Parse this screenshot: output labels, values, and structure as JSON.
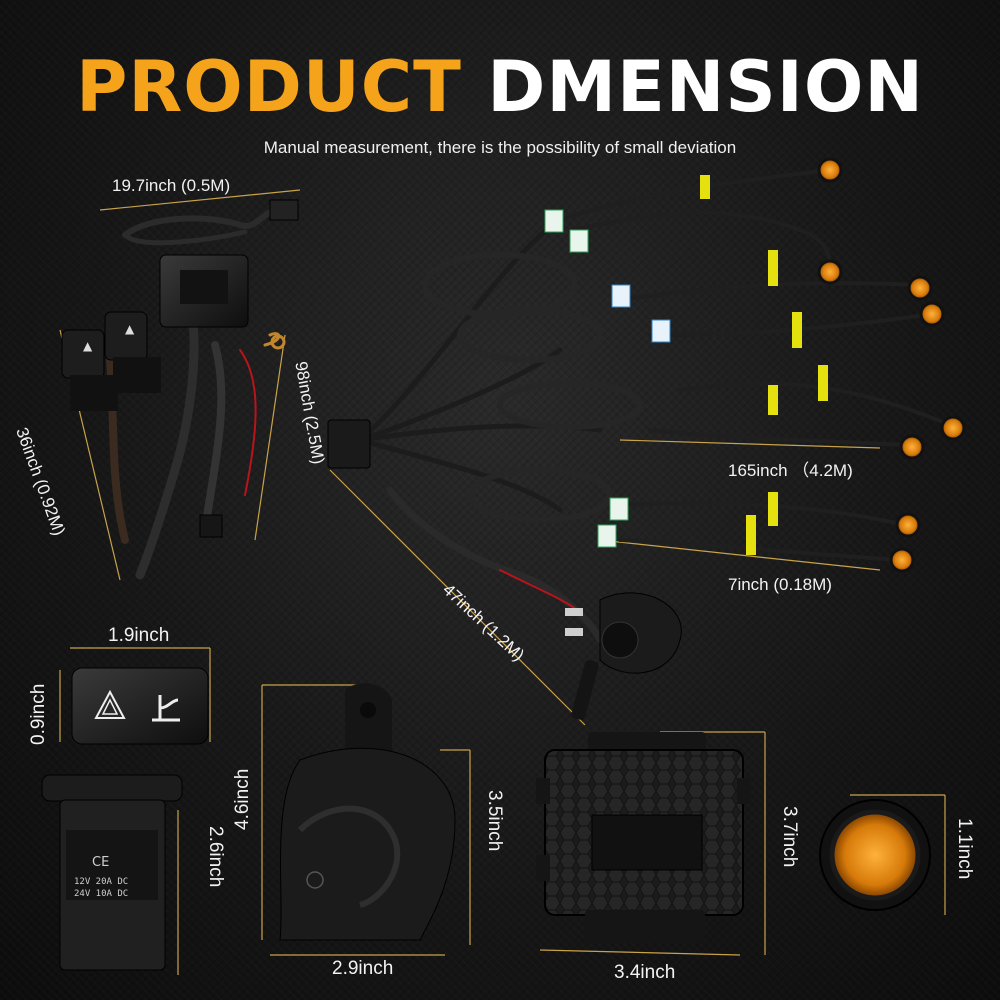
{
  "title": {
    "part1": "PRODUCT",
    "part2": "DMENSION"
  },
  "subtitle": "Manual measurement, there is the possibility of small deviation",
  "dimensions": {
    "switch_harness": "19.7inch (0.5M)",
    "switch_wire": "36inch (0.92M)",
    "power_wire": "98inch (2.5M)",
    "horn_wire": "47inch (1.2M)",
    "light_harness": "165inch （4.2M)",
    "light_lead": "7inch (0.18M)",
    "switch_width": "1.9inch",
    "switch_height": "0.9inch",
    "switch_depth": "2.6inch",
    "horn_height": "4.6inch",
    "horn_depth": "3.5inch",
    "horn_width": "2.9inch",
    "box_height": "3.7inch",
    "box_width": "3.4inch",
    "light_diameter": "1.1inch"
  },
  "colors": {
    "accent": "#f5a31a",
    "title_white": "#ffffff",
    "dimension_line": "#c8a24a",
    "amber_light": "#d67a0a"
  }
}
